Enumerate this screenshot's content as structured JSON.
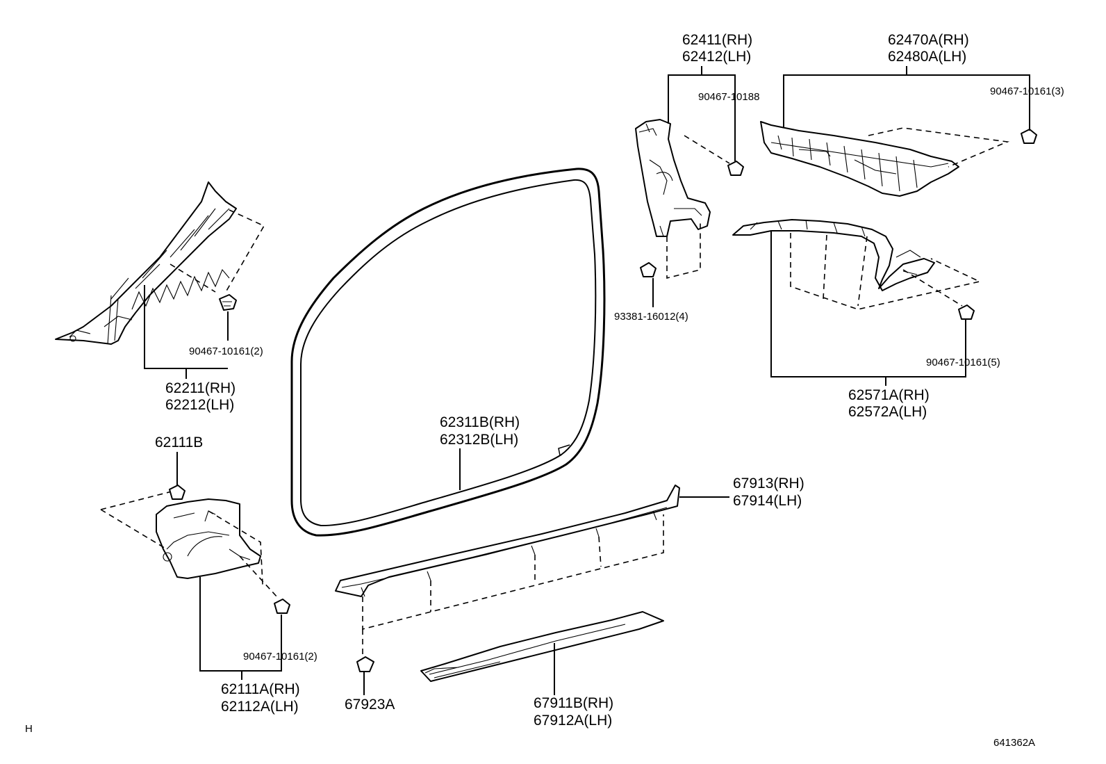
{
  "labels": {
    "p62411": "62411(RH)",
    "p62412": "62412(LH)",
    "p90467_10188": "90467-10188",
    "p62470A": "62470A(RH)",
    "p62480A": "62480A(LH)",
    "p90467_10161_3": "90467-10161(3)",
    "p93381": "93381-16012(4)",
    "p62211": "62211(RH)",
    "p62212": "62212(LH)",
    "p90467_10161_2a": "90467-10161(2)",
    "p62571A": "62571A(RH)",
    "p62572A": "62572A(LH)",
    "p90467_10161_5": "90467-10161(5)",
    "p62111B": "62111B",
    "p62311B": "62311B(RH)",
    "p62312B": "62312B(LH)",
    "p67913": "67913(RH)",
    "p67914": "67914(LH)",
    "p90467_10161_2b": "90467-10161(2)",
    "p62111A": "62111A(RH)",
    "p62112A": "62112A(LH)",
    "p67923A": "67923A",
    "p67911B": "67911B(RH)",
    "p67912A": "67912A(LH)"
  },
  "corner_mark": "H",
  "diagram_id": "641362A"
}
